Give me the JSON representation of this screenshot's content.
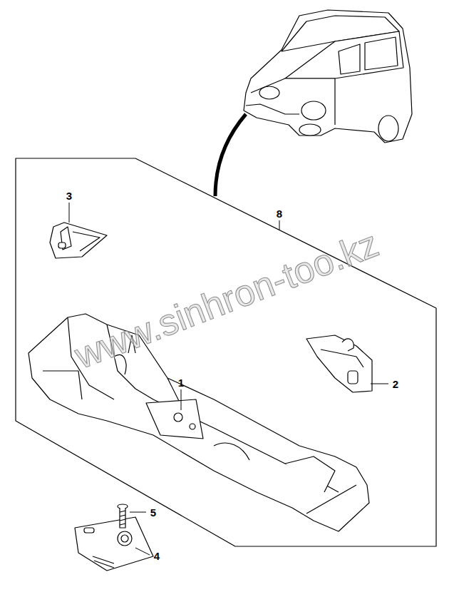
{
  "diagram": {
    "labels": [
      "3",
      "8",
      "www.sinhron-too.kz",
      "1",
      "2",
      "5",
      "4"
    ]
  }
}
